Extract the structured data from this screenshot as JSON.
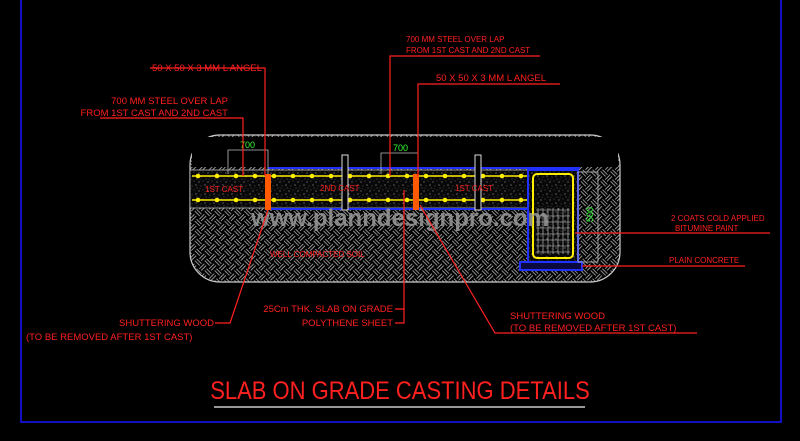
{
  "title": "SLAB ON GRADE CASTING DETAILS",
  "watermark": "www.planndesignpro.com",
  "labels": {
    "angle_left": "50 X 50 X 3 MM L ANGEL",
    "angle_right": "50 X 50 X 3 MM L ANGEL",
    "overlap_left_1": "700 MM STEEL OVER LAP",
    "overlap_left_2": "FROM 1ST CAST AND 2ND CAST",
    "overlap_top_1": "700 MM STEEL OVER LAP",
    "overlap_top_2": "FROM 1ST CAST AND 2ND CAST",
    "slab": "25Cm THK. SLAB ON GRADE",
    "polythene": "POLYTHENE SHEET",
    "shutter_left_1": "SHUTTERING WOOD",
    "shutter_left_2": "(TO BE REMOVED AFTER 1ST CAST)",
    "shutter_right_1": "SHUTTERING WOOD",
    "shutter_right_2": "(TO BE REMOVED AFTER 1ST CAST)",
    "bitumen_1": "2 COATS COLD APPLIED",
    "bitumen_2": "BITUMINE PAINT",
    "plain_concrete": "PLAIN CONCRETE",
    "soil": "WELL COMPACTED SOIL",
    "cast_1": "1ST CAST",
    "cast_2": "2ND CAST",
    "cast_3": "1ST CAST"
  },
  "dimensions": {
    "lap_left": "700",
    "lap_center": "700",
    "beam_depth": "500"
  },
  "colors": {
    "background": "#000000",
    "annotation": "#ff2020",
    "dimension": "#30ff30",
    "rebar": "#ffee00",
    "frame": "#1010c0"
  }
}
